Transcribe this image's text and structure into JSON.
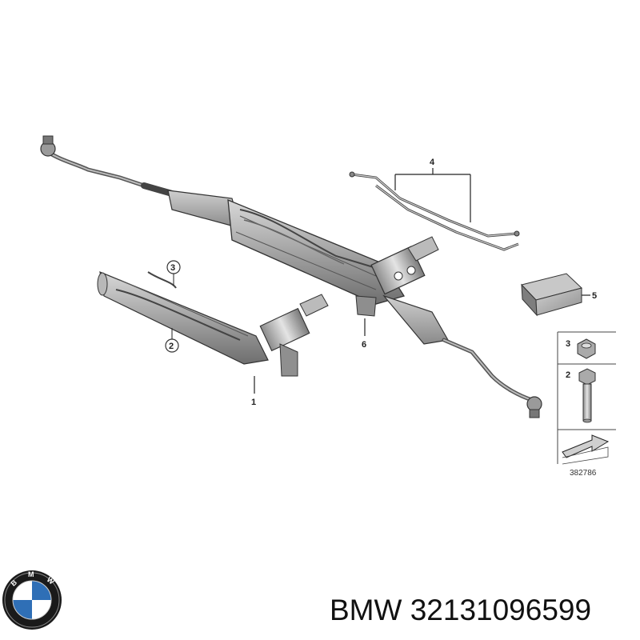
{
  "diagram": {
    "callouts": {
      "c1": "1",
      "c2": "2",
      "c3": "3",
      "c4": "4",
      "c5": "5",
      "c6": "6",
      "kit_3": "3",
      "kit_2": "2"
    },
    "diagram_number": "382786"
  },
  "footer": {
    "brand": "BMW",
    "part_number": "32131096599",
    "logo_letters": "BMW"
  },
  "colors": {
    "logo_blue": "#2f6fb6",
    "logo_ring": "#1a1a1a",
    "part_gray": "#9a9a9a",
    "line_dark": "#333333"
  }
}
